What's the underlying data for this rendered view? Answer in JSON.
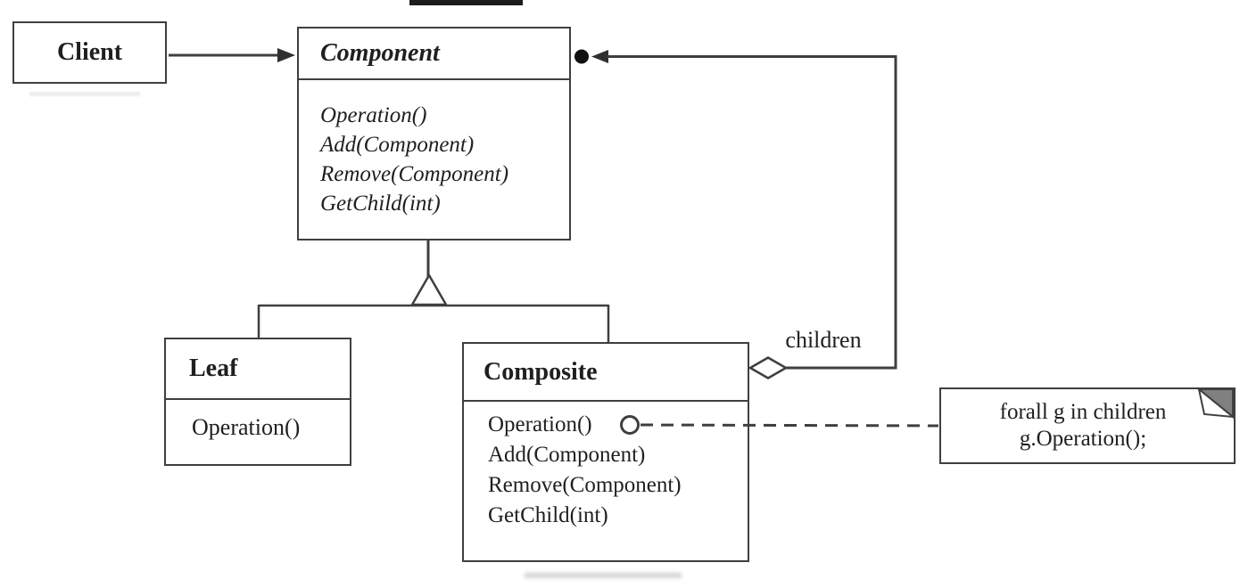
{
  "diagram": {
    "kind": "uml-class-diagram",
    "pattern": "Composite"
  },
  "classes": {
    "client": {
      "name": "Client"
    },
    "component": {
      "name": "Component",
      "methods": [
        "Operation()",
        "Add(Component)",
        "Remove(Component)",
        "GetChild(int)"
      ]
    },
    "leaf": {
      "name": "Leaf",
      "methods": [
        "Operation()"
      ]
    },
    "composite": {
      "name": "Composite",
      "methods": [
        "Operation()",
        "Add(Component)",
        "Remove(Component)",
        "GetChild(int)"
      ]
    }
  },
  "labels": {
    "children": "children"
  },
  "note": {
    "lines": [
      "forall g in children",
      "g.Operation();"
    ]
  },
  "colors": {
    "line": "#3f3f3f",
    "text": "#1f1f1f",
    "background": "#ffffff",
    "note_fold_gray": "#808080",
    "top_artifact": "#1c1c1c"
  }
}
